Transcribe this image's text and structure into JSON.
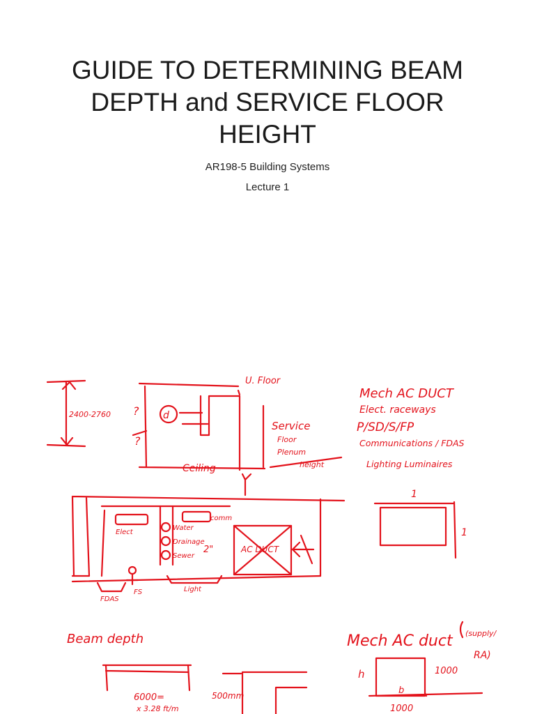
{
  "slide": {
    "title_lines": [
      "GUIDE TO DETERMINING BEAM",
      "DEPTH and SERVICE FLOOR",
      "HEIGHT"
    ],
    "subtitle": "AR198-5 Building Systems",
    "lecture": "Lecture 1"
  },
  "sketch": {
    "ink_color": "#e3121b",
    "dim_height": "2400-2760",
    "upper_floor": "U. Floor",
    "service_floor": [
      "Service",
      "Floor",
      "Plenum",
      "height"
    ],
    "ceiling": "Ceiling",
    "list_items": [
      "Mech AC DUCT",
      "Elect. raceways",
      "P/SD/S/FP",
      "Communications / FDAS",
      "Lighting Luminaires"
    ],
    "box_top_dim": "1",
    "box_side_dim": "1",
    "labels": {
      "elect": "Elect",
      "comm": "comm",
      "water": "Water",
      "drainage": "Drainage",
      "sewer": "Sewer",
      "two": "2\"",
      "ac_duct": "AC DUCT",
      "fdas": "FDAS",
      "fs": "FS",
      "light": "Light"
    },
    "beam_depth": "Beam depth",
    "beam_calc_1": "6000=",
    "beam_calc_2": "x 3.28 ft/m",
    "beam_dim": "500mm",
    "mech_duct_title": "Mech AC duct",
    "mech_duct_note": [
      "(supply/",
      "RA)"
    ],
    "duct_h": "h",
    "duct_b": "b",
    "duct_dim_right": "1000",
    "duct_dim_bottom": "1000"
  }
}
